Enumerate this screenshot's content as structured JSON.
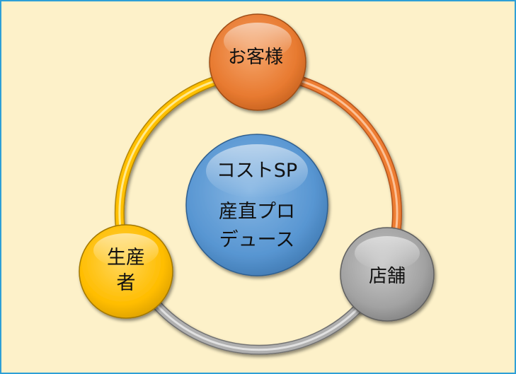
{
  "nodes": {
    "top": {
      "lines": [
        "お客様"
      ],
      "color": "#ee7d31"
    },
    "right": {
      "lines": [
        "店舗"
      ],
      "color": "#a5a5a5"
    },
    "left": {
      "lines": [
        "生産",
        "者"
      ],
      "color": "#ffc000"
    },
    "center": {
      "lines": [
        "コストSP",
        "産直プロ",
        "デュース"
      ],
      "color": "#5b9bd5"
    }
  },
  "ring_colors": {
    "top_left_arc": "#ffc000",
    "top_right_arc": "#ee7d31",
    "bottom_arc": "#a5a5a5"
  },
  "frame_color": "#2e9fd6",
  "background": "#fdf1c9"
}
